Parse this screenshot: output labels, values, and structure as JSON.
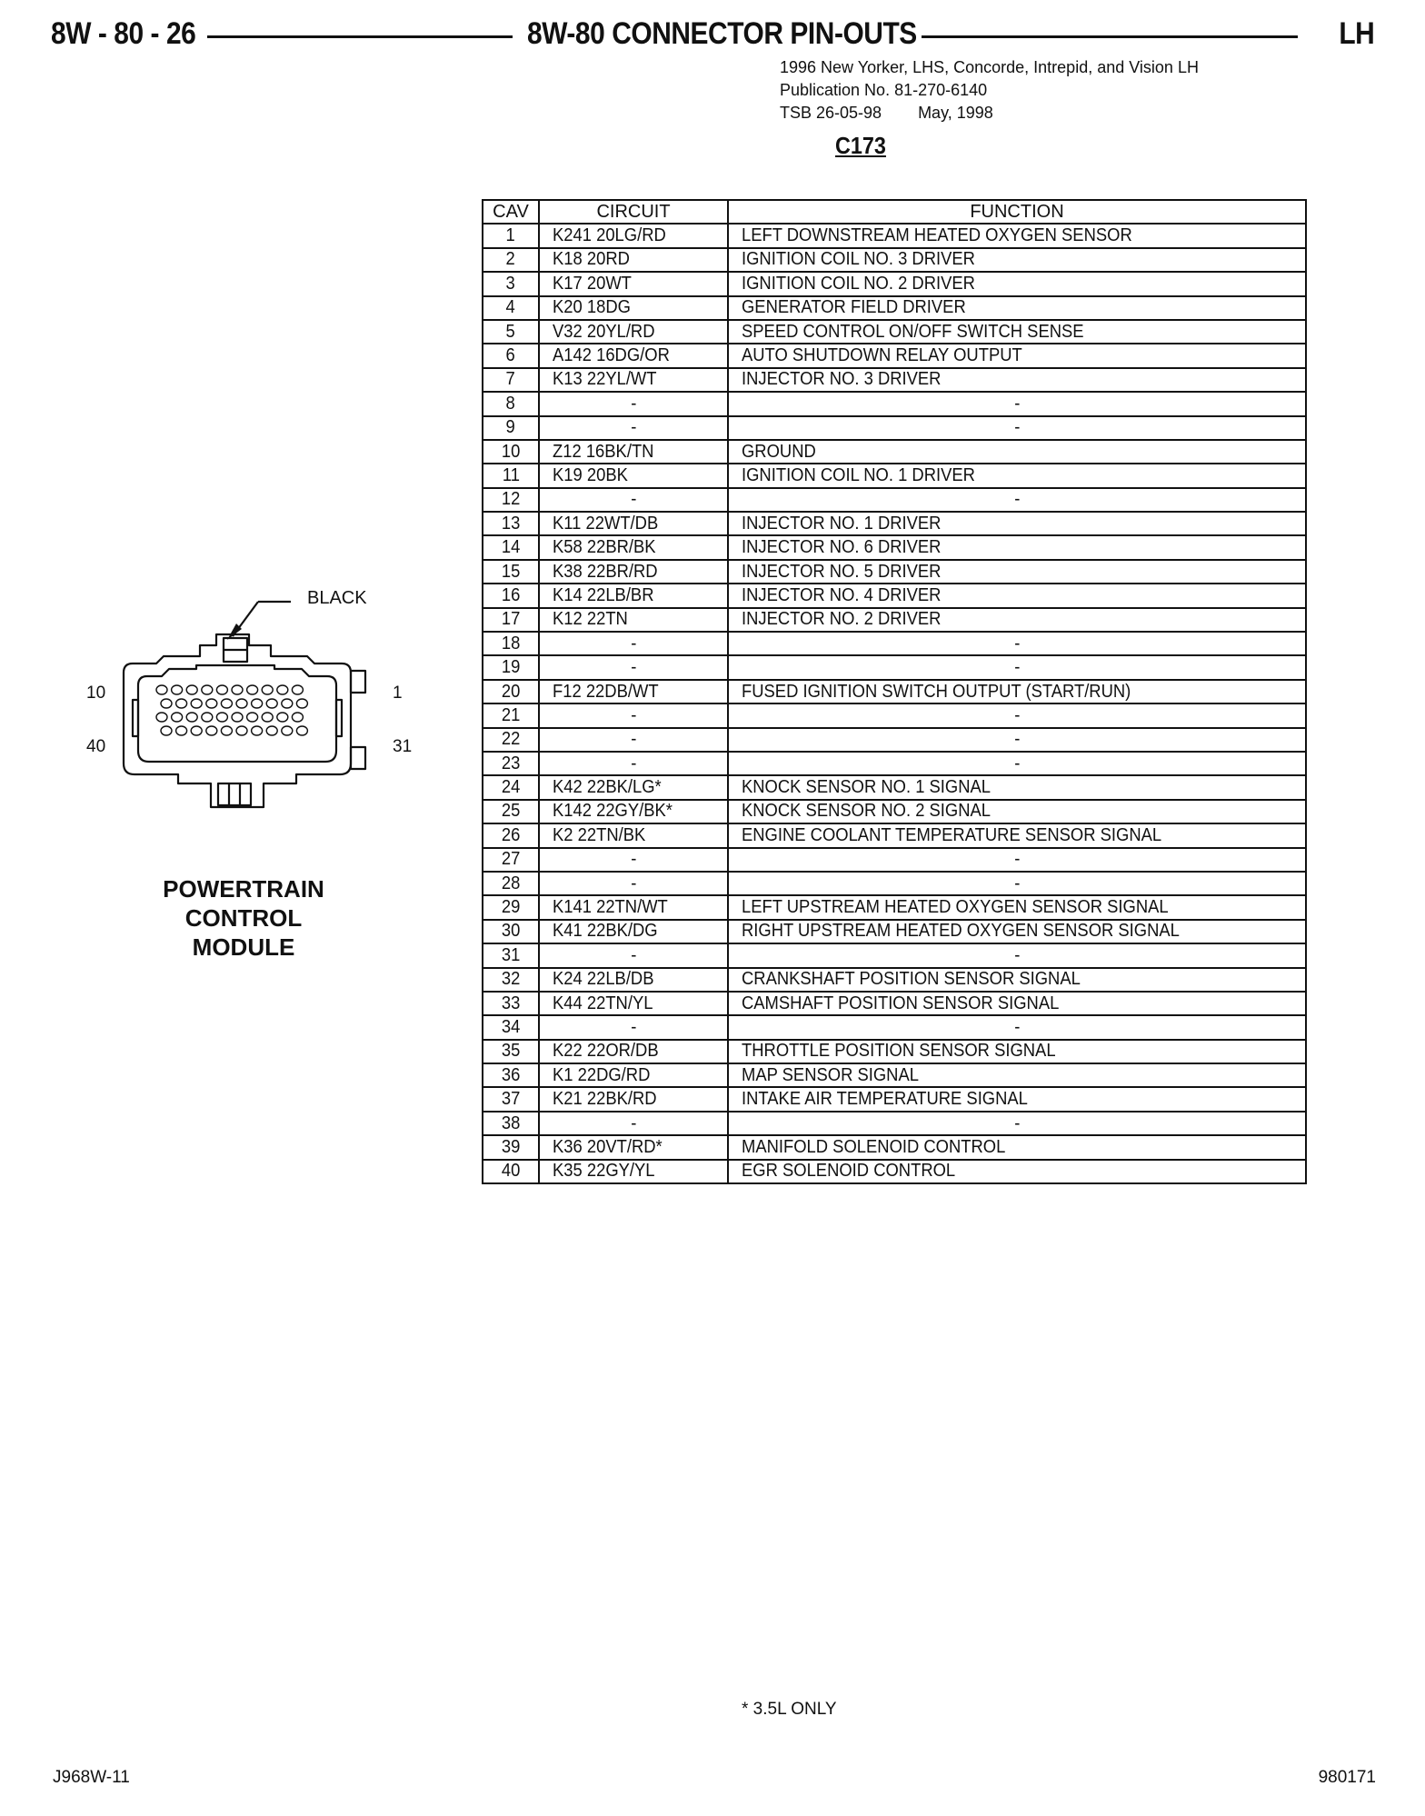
{
  "header": {
    "page_number": "8W - 80 - 26",
    "section_title": "8W-80 CONNECTOR PIN-OUTS",
    "platform": "LH"
  },
  "publication": {
    "models": "1996 New Yorker, LHS, Concorde, Intrepid, and Vision LH",
    "publication_no": "Publication No. 81-270-6140",
    "tsb": "TSB 26-05-98",
    "date": "May, 1998"
  },
  "connector": {
    "id": "C173",
    "color": "BLACK",
    "pin_labels": {
      "top_left": "10",
      "top_right": "1",
      "bottom_left": "40",
      "bottom_right": "31"
    },
    "module_name_lines": [
      "POWERTRAIN",
      "CONTROL",
      "MODULE"
    ]
  },
  "table": {
    "headers": {
      "cav": "CAV",
      "circuit": "CIRCUIT",
      "function": "FUNCTION"
    },
    "rows": [
      {
        "cav": "1",
        "circuit": "K241 20LG/RD",
        "function": "LEFT DOWNSTREAM HEATED OXYGEN SENSOR"
      },
      {
        "cav": "2",
        "circuit": "K18 20RD",
        "function": "IGNITION COIL NO. 3 DRIVER"
      },
      {
        "cav": "3",
        "circuit": "K17 20WT",
        "function": "IGNITION COIL NO. 2 DRIVER"
      },
      {
        "cav": "4",
        "circuit": "K20 18DG",
        "function": "GENERATOR FIELD DRIVER"
      },
      {
        "cav": "5",
        "circuit": "V32 20YL/RD",
        "function": "SPEED CONTROL ON/OFF SWITCH SENSE"
      },
      {
        "cav": "6",
        "circuit": "A142 16DG/OR",
        "function": "AUTO SHUTDOWN RELAY OUTPUT"
      },
      {
        "cav": "7",
        "circuit": "K13 22YL/WT",
        "function": "INJECTOR NO. 3 DRIVER"
      },
      {
        "cav": "8",
        "circuit": "-",
        "function": "-"
      },
      {
        "cav": "9",
        "circuit": "-",
        "function": "-"
      },
      {
        "cav": "10",
        "circuit": "Z12 16BK/TN",
        "function": "GROUND"
      },
      {
        "cav": "11",
        "circuit": "K19 20BK",
        "function": "IGNITION COIL NO. 1 DRIVER"
      },
      {
        "cav": "12",
        "circuit": "-",
        "function": "-"
      },
      {
        "cav": "13",
        "circuit": "K11 22WT/DB",
        "function": "INJECTOR NO. 1 DRIVER"
      },
      {
        "cav": "14",
        "circuit": "K58 22BR/BK",
        "function": "INJECTOR NO. 6 DRIVER"
      },
      {
        "cav": "15",
        "circuit": "K38 22BR/RD",
        "function": "INJECTOR NO. 5 DRIVER"
      },
      {
        "cav": "16",
        "circuit": "K14 22LB/BR",
        "function": "INJECTOR NO. 4 DRIVER"
      },
      {
        "cav": "17",
        "circuit": "K12 22TN",
        "function": "INJECTOR NO. 2 DRIVER"
      },
      {
        "cav": "18",
        "circuit": "-",
        "function": "-"
      },
      {
        "cav": "19",
        "circuit": "-",
        "function": "-"
      },
      {
        "cav": "20",
        "circuit": "F12 22DB/WT",
        "function": "FUSED IGNITION SWITCH OUTPUT (START/RUN)"
      },
      {
        "cav": "21",
        "circuit": "-",
        "function": "-"
      },
      {
        "cav": "22",
        "circuit": "-",
        "function": "-"
      },
      {
        "cav": "23",
        "circuit": "-",
        "function": "-"
      },
      {
        "cav": "24",
        "circuit": "K42 22BK/LG*",
        "function": "KNOCK SENSOR NO. 1 SIGNAL"
      },
      {
        "cav": "25",
        "circuit": "K142 22GY/BK*",
        "function": "KNOCK SENSOR NO. 2 SIGNAL"
      },
      {
        "cav": "26",
        "circuit": "K2 22TN/BK",
        "function": "ENGINE COOLANT TEMPERATURE SENSOR SIGNAL"
      },
      {
        "cav": "27",
        "circuit": "-",
        "function": "-"
      },
      {
        "cav": "28",
        "circuit": "-",
        "function": "-"
      },
      {
        "cav": "29",
        "circuit": "K141 22TN/WT",
        "function": "LEFT UPSTREAM HEATED OXYGEN SENSOR SIGNAL"
      },
      {
        "cav": "30",
        "circuit": "K41 22BK/DG",
        "function": "RIGHT UPSTREAM HEATED OXYGEN SENSOR SIGNAL"
      },
      {
        "cav": "31",
        "circuit": "-",
        "function": "-"
      },
      {
        "cav": "32",
        "circuit": "K24 22LB/DB",
        "function": "CRANKSHAFT POSITION SENSOR SIGNAL"
      },
      {
        "cav": "33",
        "circuit": "K44 22TN/YL",
        "function": "CAMSHAFT POSITION SENSOR SIGNAL"
      },
      {
        "cav": "34",
        "circuit": "-",
        "function": "-"
      },
      {
        "cav": "35",
        "circuit": "K22 22OR/DB",
        "function": "THROTTLE POSITION SENSOR SIGNAL"
      },
      {
        "cav": "36",
        "circuit": "K1 22DG/RD",
        "function": "MAP SENSOR SIGNAL"
      },
      {
        "cav": "37",
        "circuit": "K21 22BK/RD",
        "function": "INTAKE AIR TEMPERATURE SIGNAL"
      },
      {
        "cav": "38",
        "circuit": "-",
        "function": "-"
      },
      {
        "cav": "39",
        "circuit": "K36 20VT/RD*",
        "function": "MANIFOLD SOLENOID CONTROL"
      },
      {
        "cav": "40",
        "circuit": "K35 22GY/YL",
        "function": "EGR SOLENOID CONTROL"
      }
    ]
  },
  "footnote": "* 3.5L ONLY",
  "figure_ids": {
    "left": "J968W-11",
    "right": "980171"
  }
}
